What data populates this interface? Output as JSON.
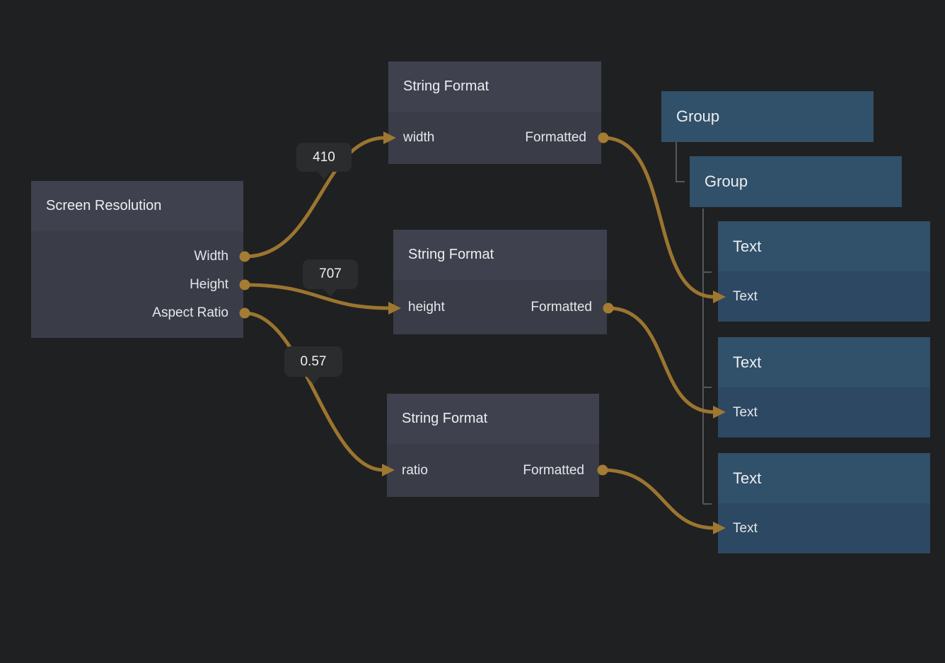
{
  "colors": {
    "background": "#1f2021",
    "wire": "#9b7530",
    "port": "#a57c33",
    "gray_node_header": "#3f424e",
    "gray_node_body": "#3a3d48",
    "blue_node_header": "#315069",
    "blue_node_body": "#2c4862",
    "badge_background": "#2b2c2d",
    "tree_connector": "#55575a"
  },
  "icons": {
    "output_port": "circle-dot",
    "input_port": "arrow-right"
  },
  "nodes": {
    "screen_resolution": {
      "title": "Screen Resolution",
      "outputs": [
        "Width",
        "Height",
        "Aspect Ratio"
      ]
    },
    "string_format_width": {
      "title": "String Format",
      "input": "width",
      "output": "Formatted"
    },
    "string_format_height": {
      "title": "String Format",
      "input": "height",
      "output": "Formatted"
    },
    "string_format_ratio": {
      "title": "String Format",
      "input": "ratio",
      "output": "Formatted"
    },
    "group_outer": {
      "title": "Group"
    },
    "group_inner": {
      "title": "Group"
    },
    "text_width": {
      "title": "Text",
      "input": "Text"
    },
    "text_height": {
      "title": "Text",
      "input": "Text"
    },
    "text_ratio": {
      "title": "Text",
      "input": "Text"
    }
  },
  "badges": {
    "width": "410",
    "height": "707",
    "ratio": "0.57"
  }
}
